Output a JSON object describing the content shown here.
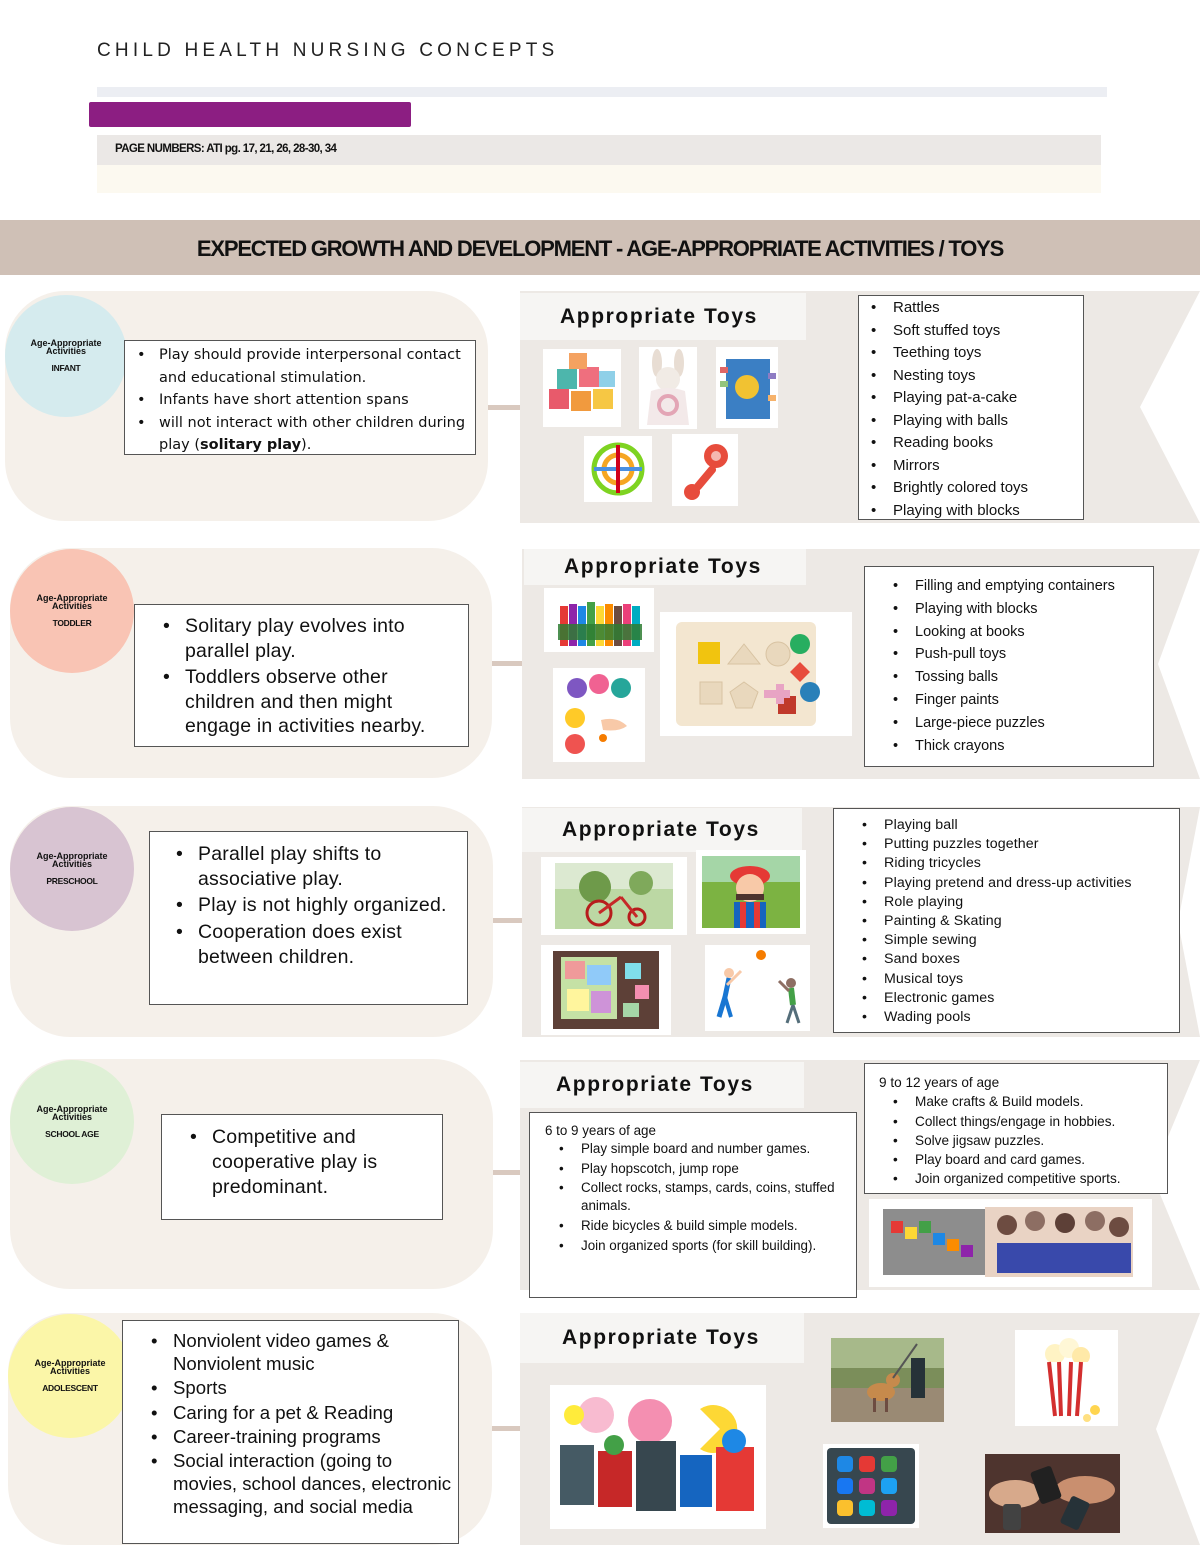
{
  "header": {
    "doc_title": "CHILD HEALTH NURSING CONCEPTS",
    "page_numbers": "PAGE NUMBERS: ATI pg. 17, 21, 26, 28-30, 34",
    "accent_color": "#8c1e82"
  },
  "banner": {
    "title": "EXPECTED GROWTH AND DEVELOPMENT - AGE-APPROPRIATE ACTIVITIES / TOYS",
    "color": "#cfc0b6"
  },
  "common": {
    "circle_title": "Age-Appropriate Activities",
    "toys_header": "Appropriate Toys"
  },
  "sections": {
    "infant": {
      "label": "INFANT",
      "circle_color": "#d5ebee",
      "activities": [
        "Play should provide interpersonal contact and educational stimulation.",
        "Infants have short attention spans",
        "will not interact with other children during play ",
        "solitary play",
        ")."
      ],
      "activities_prefix_paren": "(",
      "toys": [
        "Rattles",
        "Soft stuffed toys",
        "Teething toys",
        "Nesting toys",
        "Playing pat-a-cake",
        "Playing with balls",
        "Reading books",
        "Mirrors",
        "Brightly colored toys",
        "Playing with blocks"
      ]
    },
    "toddler": {
      "label": "TODDLER",
      "circle_color": "#f9c4b4",
      "activities": [
        "Solitary play evolves into parallel play.",
        "Toddlers observe other children and then might engage in activities nearby."
      ],
      "toys": [
        "Filling and emptying containers",
        "Playing with blocks",
        "Looking at books",
        "Push-pull toys",
        "Tossing balls",
        "Finger paints",
        "Large-piece puzzles",
        "Thick crayons"
      ]
    },
    "preschool": {
      "label": "PRESCHOOL",
      "circle_color": "#d8c4d2",
      "activities": [
        "Parallel play shifts to associative play.",
        "Play is not highly organized.",
        "Cooperation does exist between children."
      ],
      "toys": [
        "Playing ball",
        "Putting puzzles together",
        "Riding tricycles",
        "Playing pretend and dress-up activities",
        "Role playing",
        "Painting & Skating",
        "Simple sewing",
        "Sand boxes",
        "Musical toys",
        "Electronic games",
        "Wading pools"
      ]
    },
    "school_age": {
      "label": "SCHOOL AGE",
      "circle_color": "#dff0d6",
      "activities": [
        "Competitive and cooperative play is predominant."
      ],
      "group1_title": "6 to 9 years of age",
      "group1": [
        "Play simple board and number games.",
        "Play hopscotch, jump rope",
        "Collect rocks, stamps, cards, coins, stuffed animals.",
        "Ride bicycles & build simple models.",
        "Join organized sports (for skill building)."
      ],
      "group2_title": "9 to 12 years of age",
      "group2": [
        "Make crafts & Build models.",
        "Collect things/engage in hobbies.",
        "Solve jigsaw puzzles.",
        "Play board and card games.",
        "Join organized competitive sports."
      ]
    },
    "adolescent": {
      "label": "ADOLESCENT",
      "circle_color": "#fbf6a8",
      "activities": [
        "Nonviolent video games & Nonviolent music",
        "Sports",
        "Caring for a pet & Reading",
        "Career-training programs",
        "Social interaction (going to movies, school dances, electronic messaging, and social media"
      ]
    }
  }
}
